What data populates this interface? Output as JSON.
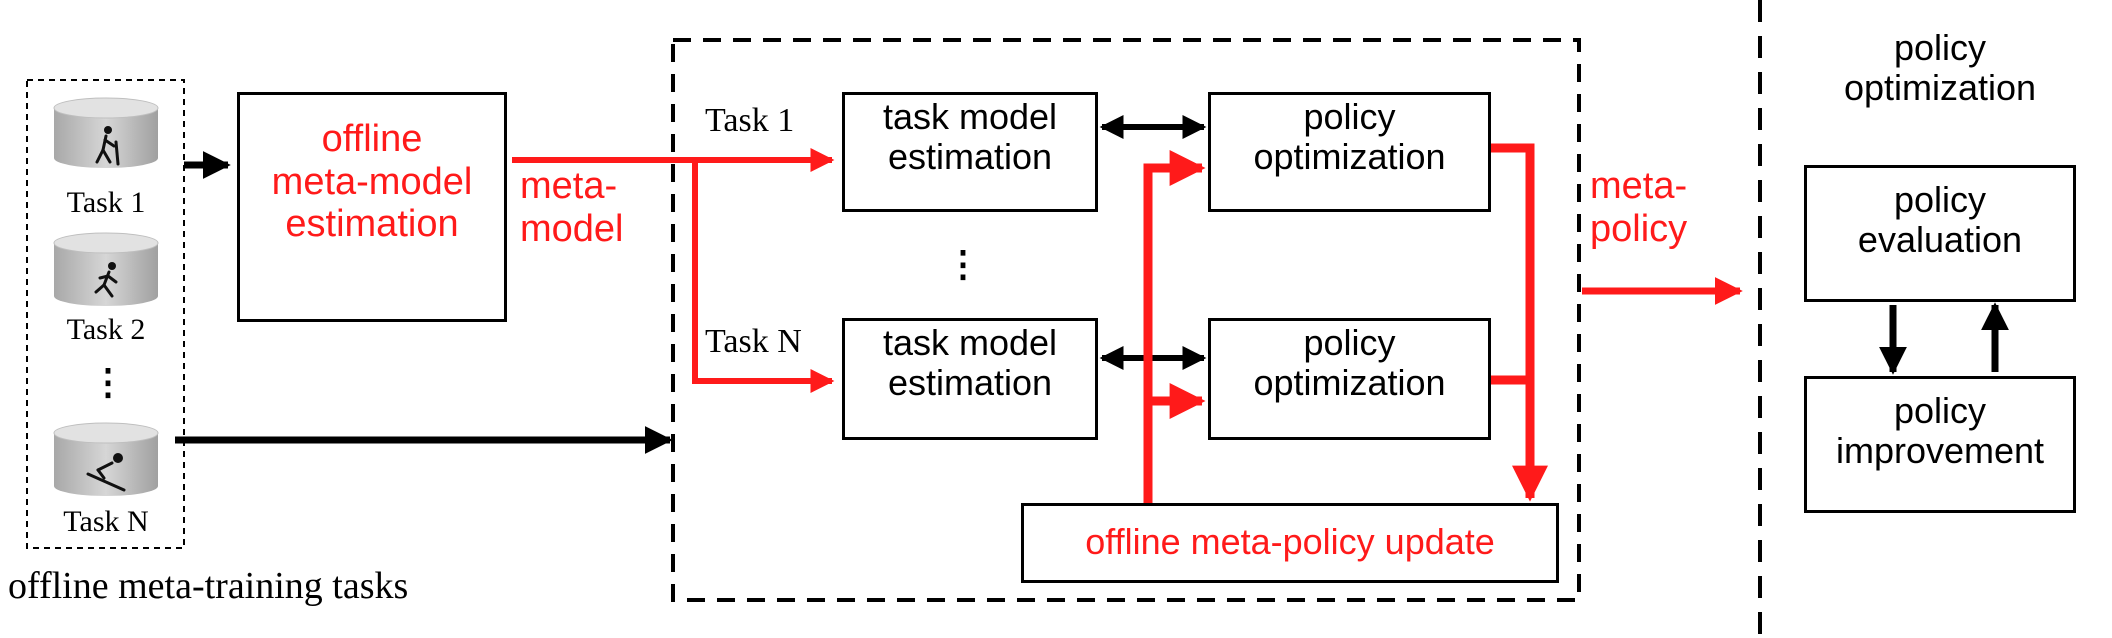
{
  "tasks_panel": {
    "items": [
      {
        "label": "Task 1",
        "icon": "hiking-person-icon"
      },
      {
        "label": "Task 2",
        "icon": "running-person-icon"
      },
      {
        "label": "Task N",
        "icon": "skiing-person-icon"
      }
    ],
    "ellipsis": "⋮",
    "caption": "offline meta-training tasks"
  },
  "meta_model_box": {
    "label": "offline\nmeta-model\nestimation"
  },
  "meta_model_edge_label": "meta-\nmodel",
  "inner": {
    "task1_label": "Task 1",
    "taskN_label": "Task N",
    "task_model_label": "task model\nestimation",
    "policy_opt_label": "policy\noptimization",
    "ellipsis": "⋮",
    "update_label": "offline meta-policy update"
  },
  "meta_policy_edge_label": "meta-\npolicy",
  "right": {
    "title": "policy\noptimization",
    "evaluation_label": "policy\nevaluation",
    "improvement_label": "policy\nimprovement"
  },
  "colors": {
    "accent": "#ff1a1a",
    "ink": "#000000",
    "cylinder": "#c9c9c9"
  }
}
